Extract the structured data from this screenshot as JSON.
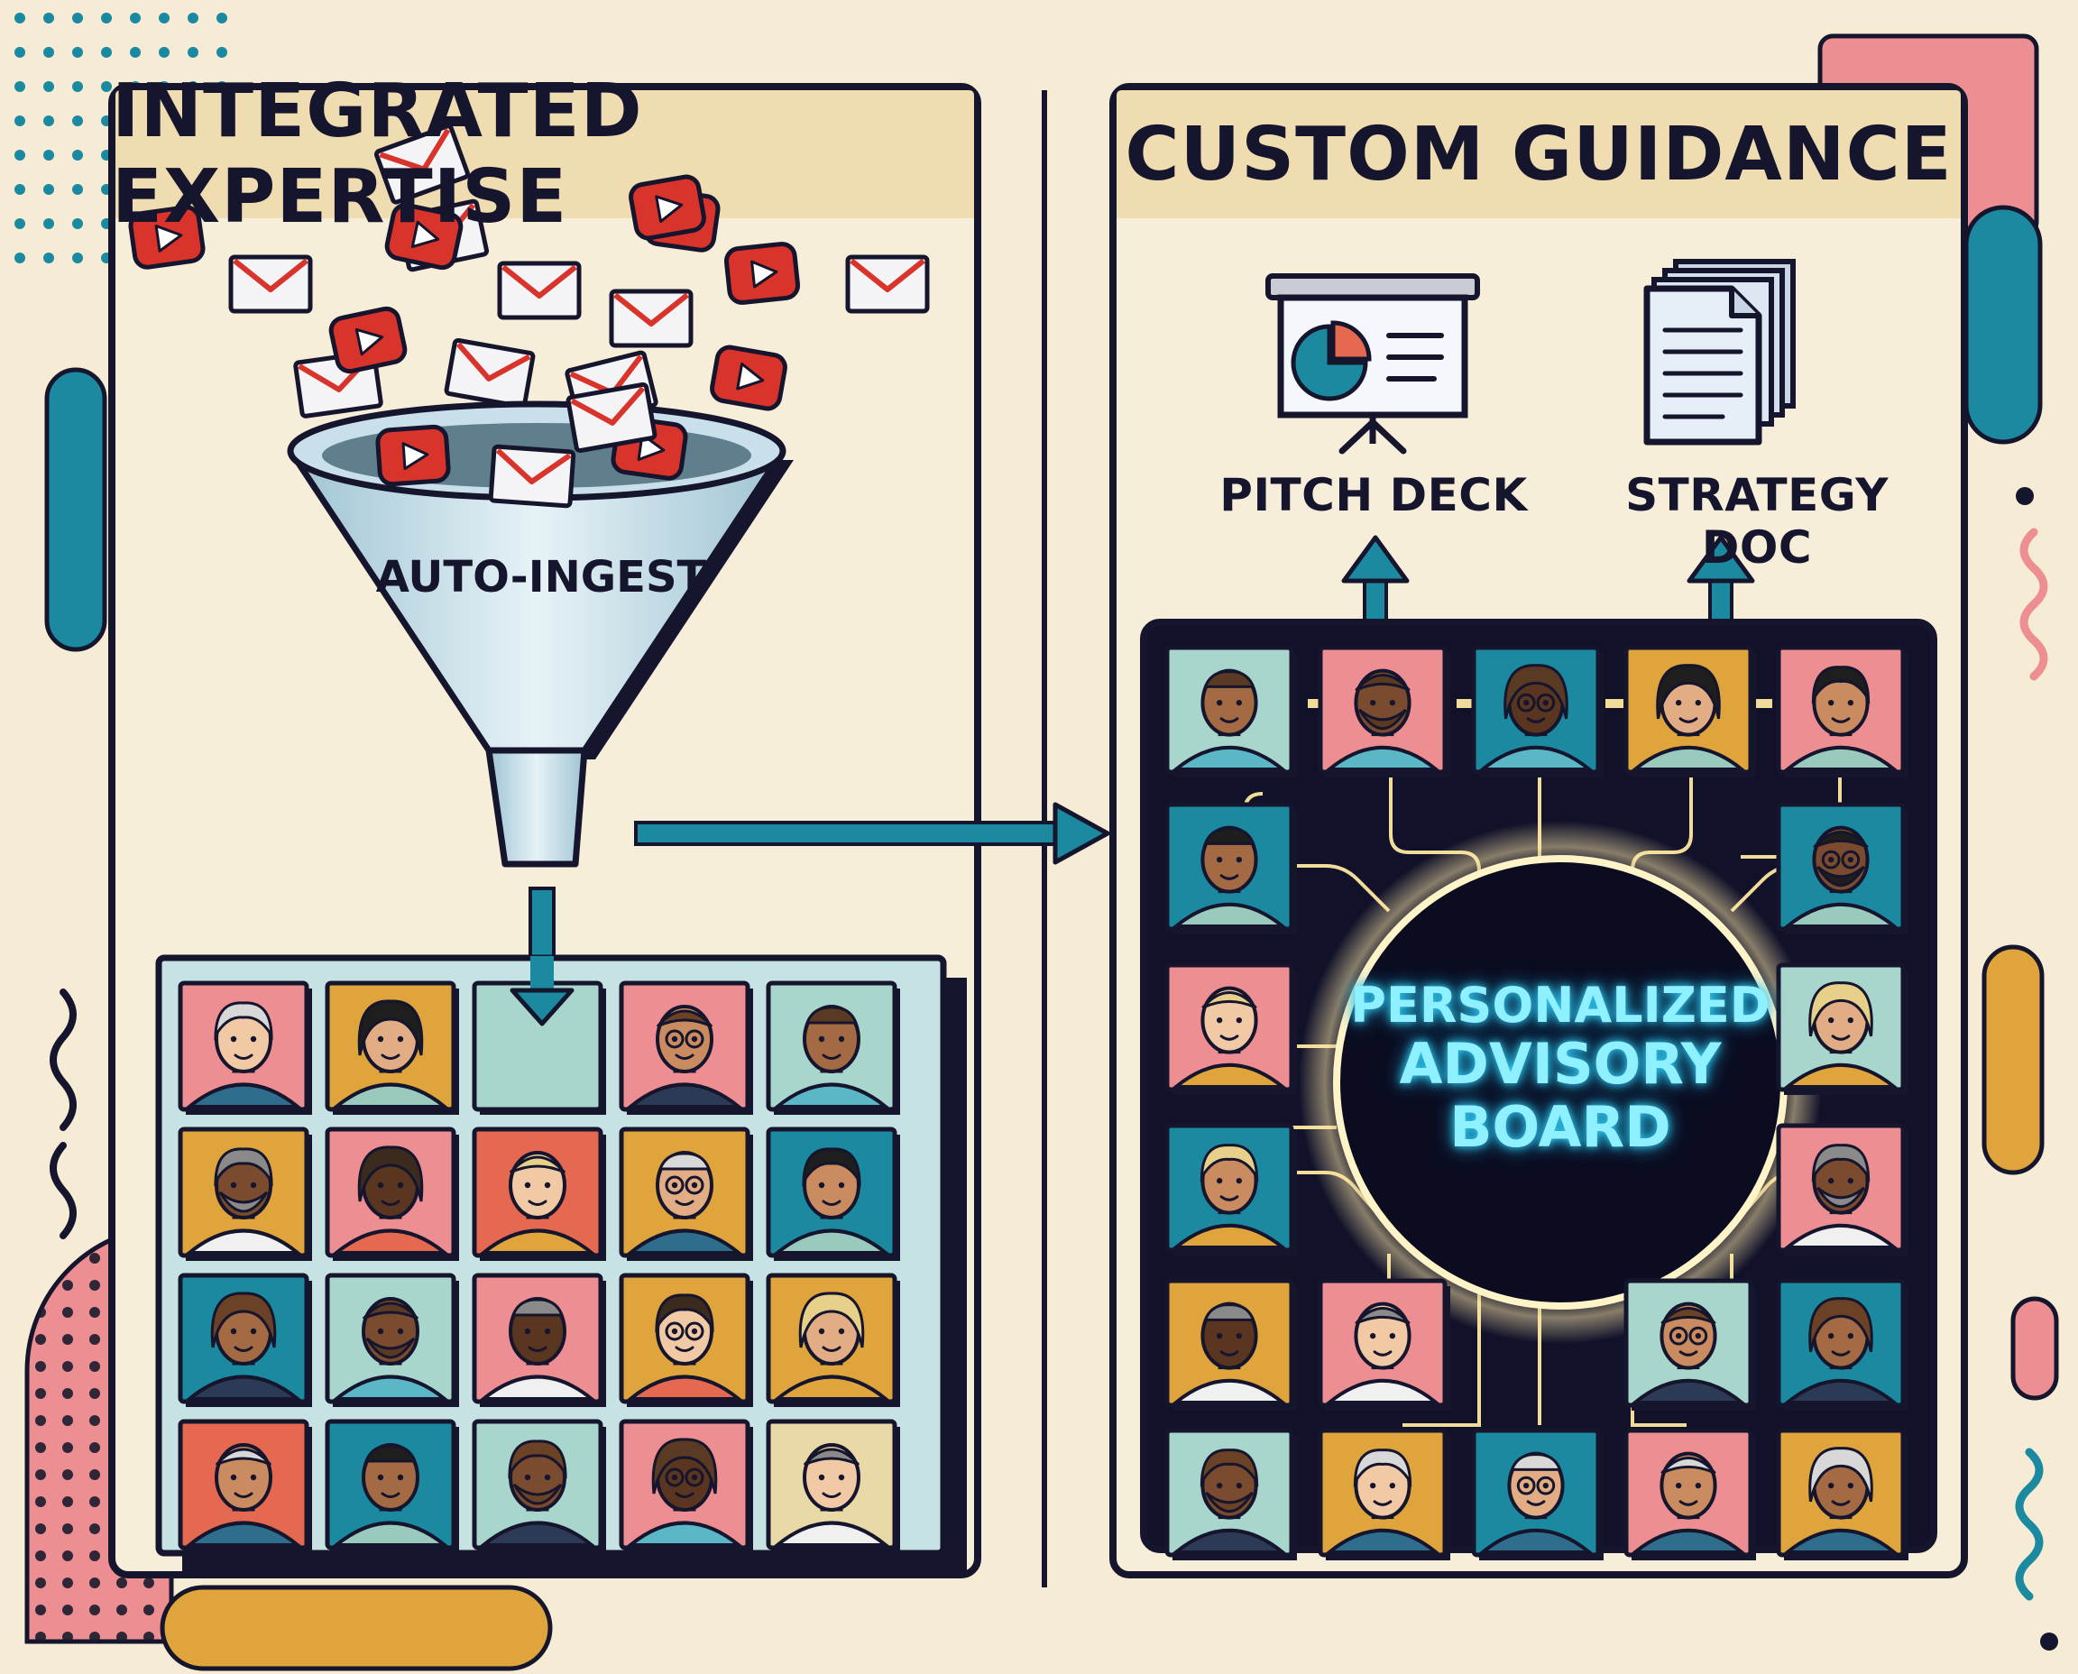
{
  "left_panel": {
    "title": "INTEGRATED EXPERTISE",
    "funnel_label": "AUTO-INGEST",
    "source_icons": [
      "email-envelope-icon",
      "video-play-icon"
    ],
    "expert_grid": {
      "rows": 4,
      "cols": 5
    }
  },
  "right_panel": {
    "title": "CUSTOM GUIDANCE",
    "outputs": [
      {
        "label": "PITCH DECK",
        "icon": "presentation-board-icon"
      },
      {
        "label": "STRATEGY DOC",
        "icon": "document-stack-icon"
      }
    ],
    "board": {
      "line1": "PERSONALIZED",
      "line2": "ADVISORY",
      "line3": "BOARD"
    }
  },
  "colors": {
    "background": "#f6ecd6",
    "ink": "#15152d",
    "teal": "#1b8aa1",
    "pink": "#ec8e92",
    "mustard": "#e0a43c",
    "coral": "#e56850",
    "mint": "#a9d6cc",
    "youtube_red": "#d9342b",
    "glow": "#8ff0ff"
  }
}
